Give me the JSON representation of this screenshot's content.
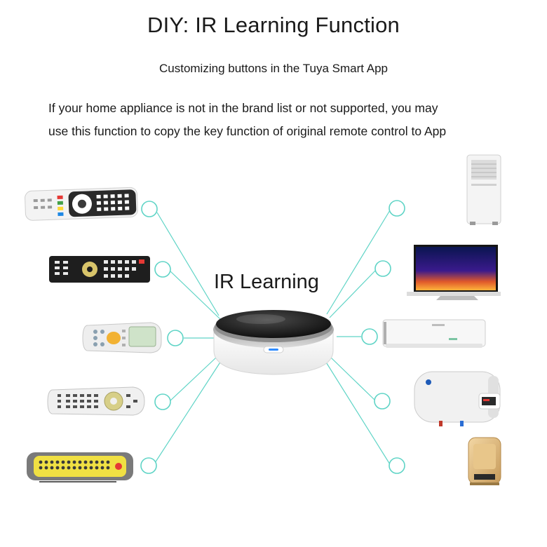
{
  "header": {
    "title": "DIY: IR Learning Function",
    "subtitle": "Customizing buttons in the Tuya Smart App"
  },
  "description": {
    "line1": "If your home appliance is not in the brand list or not supported, you may",
    "line2": "use this function to copy the key function of original remote control to App"
  },
  "hub": {
    "label": "IR Learning"
  },
  "colors": {
    "connector": "#5fd4c6",
    "hub_top": "#1c1c1c",
    "hub_ring": "#c9c9c9",
    "hub_led": "#2f8cff"
  },
  "left_items": [
    "tv-remote-white",
    "tv-remote-black",
    "ac-remote",
    "set-top-box-remote",
    "yellow-universal-remote"
  ],
  "right_items": [
    "portable-air-conditioner",
    "flat-screen-tv",
    "split-air-conditioner",
    "electric-water-heater",
    "air-purifier"
  ]
}
